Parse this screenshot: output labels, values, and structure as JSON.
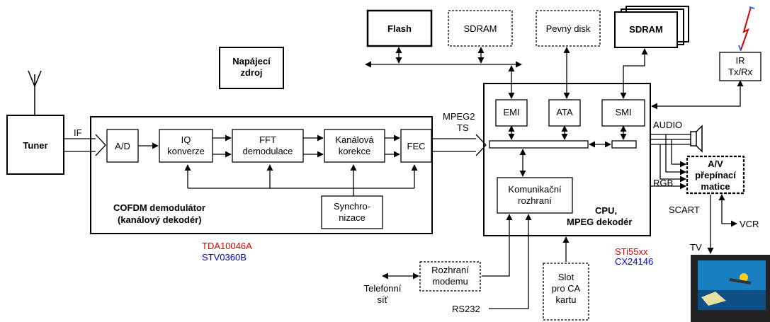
{
  "blocks": {
    "tuner": "Tuner",
    "napajeci_1": "Napájecí",
    "napajeci_2": "zdroj",
    "ad": "A/D",
    "iq_1": "IQ",
    "iq_2": "konverze",
    "fft_1": "FFT",
    "fft_2": "demodulace",
    "kanal_1": "Kanálová",
    "kanal_2": "korekce",
    "fec": "FEC",
    "sync_1": "Synchro-",
    "sync_2": "nizace",
    "cofdm_1": "COFDM demodulátor",
    "cofdm_2": "(kanálový dekodér)",
    "flash": "Flash",
    "sdram_dashed": "SDRAM",
    "pevny_disk": "Pevný disk",
    "sdram_bold": "SDRAM",
    "ir_1": "IR",
    "ir_2": "Tx/Rx",
    "emi": "EMI",
    "ata": "ATA",
    "smi": "SMI",
    "kom_1": "Komunikační",
    "kom_2": "rozhraní",
    "cpu_1": "CPU,",
    "cpu_2": "MPEG dekodér",
    "av_1": "A/V",
    "av_2": "přepínací",
    "av_3": "matice",
    "modem_1": "Rozhraní",
    "modem_2": "modemu",
    "slot_1": "Slot",
    "slot_2": "pro CA",
    "slot_3": "kartu"
  },
  "labels": {
    "if": "IF",
    "mpeg2": "MPEG2",
    "ts": "TS",
    "audio": "AUDIO",
    "rgb": "RGB",
    "scart": "SCART",
    "vcr": "VCR",
    "tv": "TV",
    "telefonni_1": "Telefonní",
    "telefonni_2": "síť",
    "rs232": "RS232"
  },
  "chips": {
    "tda": "TDA10046A",
    "stv": "STV0360B",
    "sti": "STi55xx",
    "cx": "CX24146"
  },
  "colors": {
    "red": "#e00000",
    "blue": "#0000cc"
  }
}
